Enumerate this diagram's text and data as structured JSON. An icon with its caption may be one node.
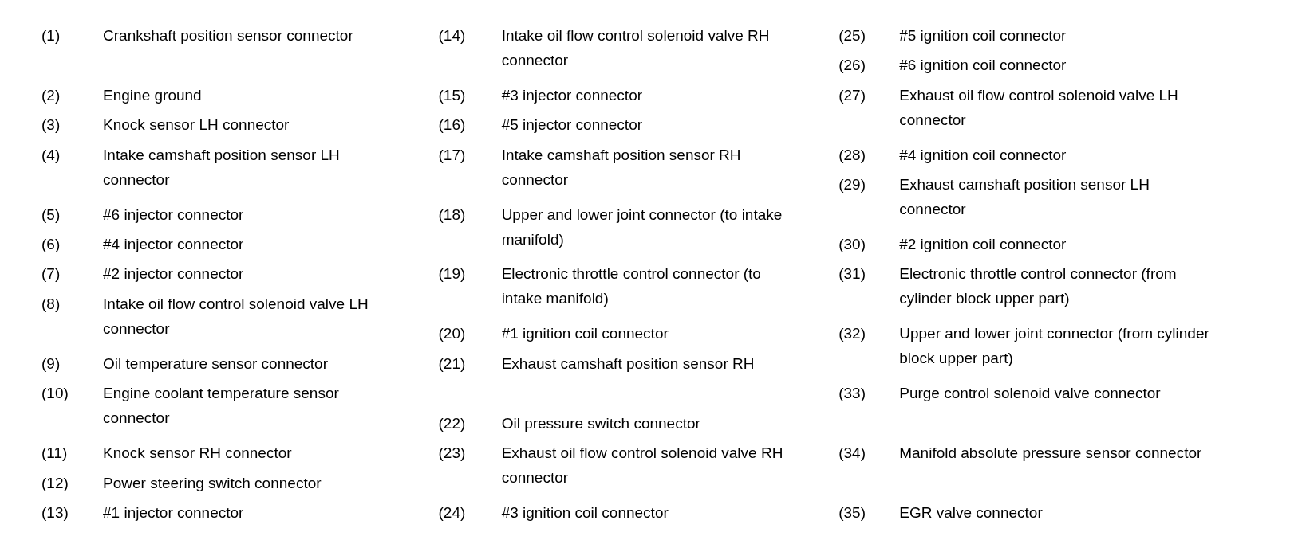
{
  "diagram": {
    "labels": [
      "(1)",
      "Crankshaft position sensor connector",
      "(2)",
      "Engine ground",
      "(3)",
      "Knock sensor LH connector",
      "(4)",
      "Intake camshaft position sensor LH connector",
      "(5)",
      "#6 injector connector",
      "(6)",
      "#4 injector connector",
      "(7)",
      "#2 injector connector",
      "(8)",
      "Intake oil flow control solenoid valve LH connector",
      "(9)",
      "Oil temperature sensor connector",
      "(10)",
      "Engine coolant temperature sensor connector",
      "(11)",
      "Knock sensor RH connector",
      "(12)",
      "Power steering switch connector",
      "(13)",
      "#1 injector connector",
      "(14)",
      "Intake oil flow control solenoid valve RH connector",
      "(15)",
      "#3 injector connector",
      "(16)",
      "#5 injector connector",
      "(17)",
      "Intake camshaft position sensor RH connector",
      "(18)",
      "Upper and lower joint connector (to intake manifold)",
      "(19)",
      "Electronic throttle control connector (to intake manifold)",
      "(20)",
      "#1 ignition coil connector",
      "(21)",
      "Exhaust camshaft position sensor RH",
      "(22)",
      "Oil pressure switch connector",
      "(23)",
      "Exhaust oil flow control solenoid valve RH connector",
      "(24)",
      "#3 ignition coil connector",
      "(25)",
      "#5 ignition coil connector",
      "(26)",
      "#6 ignition coil connector",
      "(27)",
      "Exhaust oil flow control solenoid valve LH connector",
      "(28)",
      "#4 ignition coil connector",
      "(29)",
      "Exhaust camshaft position sensor LH connector",
      "(30)",
      "#2 ignition coil connector",
      "(31)",
      "Electronic throttle control connector (from cylinder block upper part)",
      "(32)",
      "Upper and lower joint connector (from cylinder block upper part)",
      "(33)",
      "Purge control solenoid valve connector",
      "(34)",
      "Manifold absolute pressure sensor connector",
      "(35)",
      "EGR valve connector"
    ]
  }
}
